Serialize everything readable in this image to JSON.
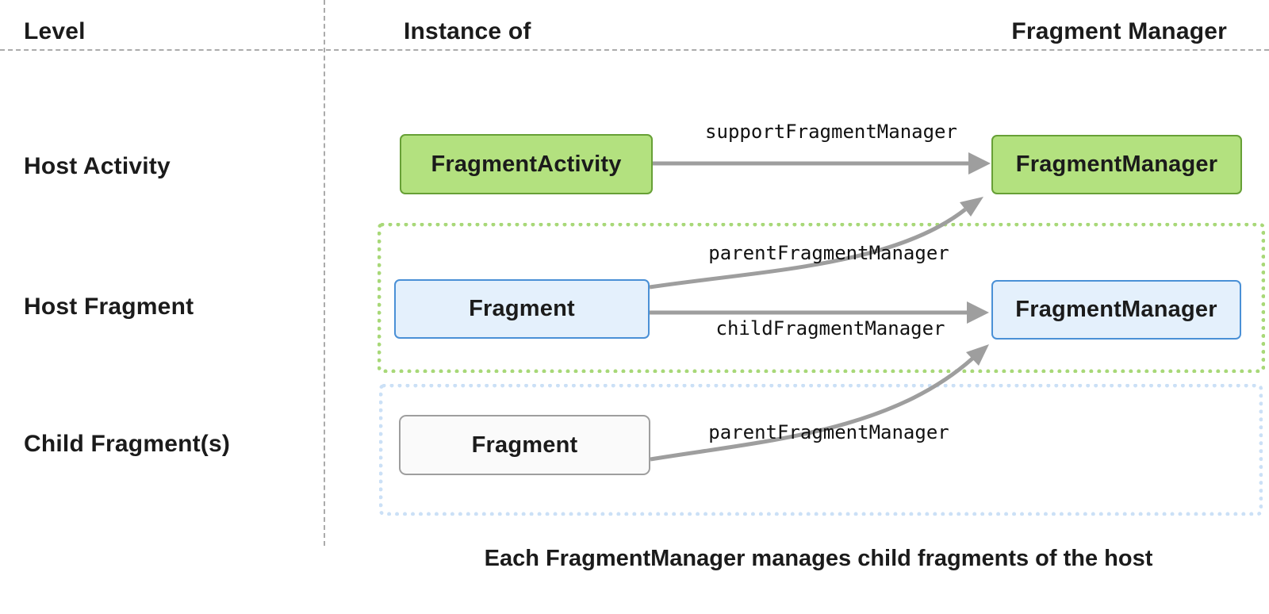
{
  "columns": {
    "level": "Level",
    "instance_of": "Instance of",
    "fragment_manager": "Fragment Manager"
  },
  "rows": [
    {
      "id": "host-activity",
      "label": "Host Activity",
      "instance": "FragmentActivity",
      "manager": "FragmentManager"
    },
    {
      "id": "host-fragment",
      "label": "Host Fragment",
      "instance": "Fragment",
      "manager": "FragmentManager"
    },
    {
      "id": "child-fragments",
      "label": "Child Fragment(s)",
      "instance": "Fragment"
    }
  ],
  "arrows": [
    {
      "label": "supportFragmentManager",
      "from": "FragmentActivity",
      "to": "FragmentManager (host activity)"
    },
    {
      "label": "parentFragmentManager",
      "from": "Fragment (host fragment)",
      "to": "FragmentManager (host activity)"
    },
    {
      "label": "childFragmentManager",
      "from": "Fragment (host fragment)",
      "to": "FragmentManager (host fragment)"
    },
    {
      "label": "parentFragmentManager",
      "from": "Fragment (child)",
      "to": "FragmentManager (host fragment)"
    }
  ],
  "caption": "Each FragmentManager manages child fragments of the host",
  "colors": {
    "green_fill": "#b3e17f",
    "green_border": "#67a036",
    "blue_fill": "#e4f0fc",
    "blue_border": "#4a90d6",
    "neutral_fill": "#fafafa",
    "neutral_border": "#9e9e9e",
    "arrow": "#9e9e9e",
    "group_green_dots": "#a8d878",
    "group_blue_dots": "#cbe0f6",
    "divider_dash": "#ababab"
  }
}
